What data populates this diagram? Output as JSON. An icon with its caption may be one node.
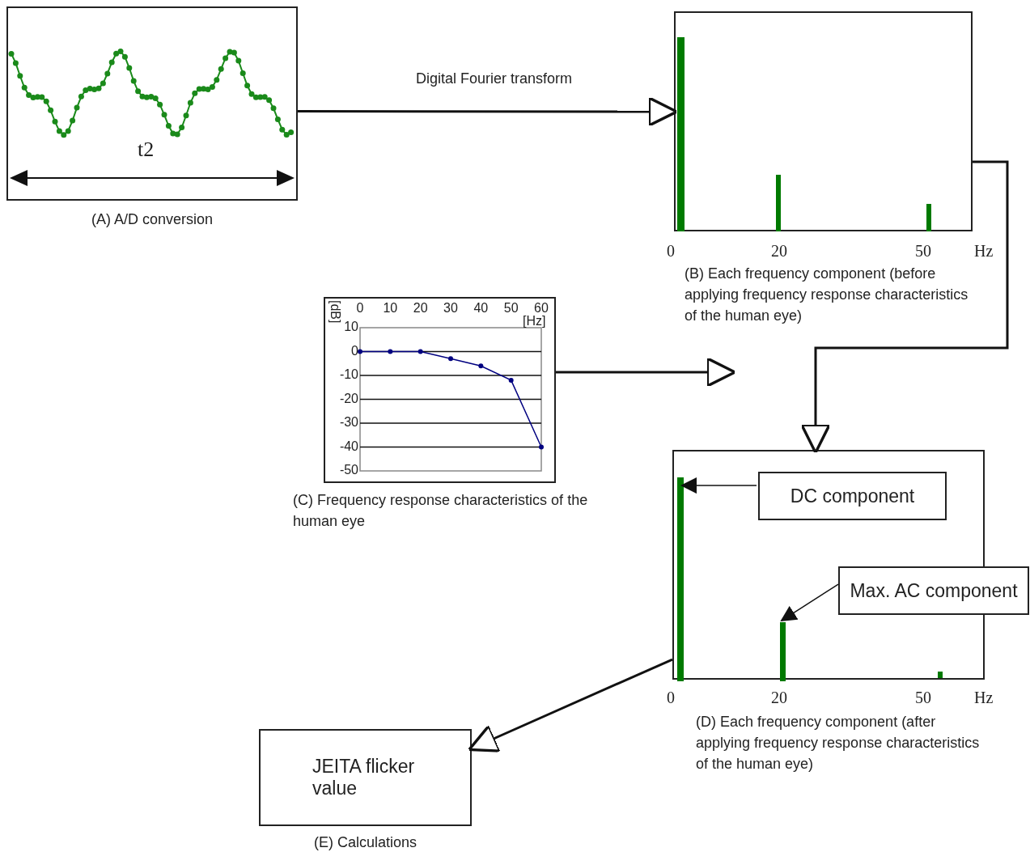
{
  "diagram": {
    "nodes": [
      {
        "text": [],
        "shape": "picture",
        "beside": [
          "(A) A/D conversion"
        ]
      },
      {
        "text": [],
        "shape": "picture",
        "beside": [
          "(B) Each frequency component (before applying frequency response characteristics of the human eye)"
        ]
      },
      {
        "text": [],
        "shape": "picture",
        "beside": [
          "(C) Frequency response characteristics of the human eye"
        ]
      },
      {
        "text": [],
        "shape": "picture",
        "beside": [
          "(D) Each frequency component (after applying frequency response characteristics of the human eye)"
        ]
      },
      {
        "text": [
          "DC component"
        ],
        "in": 3
      },
      {
        "text": [
          "Max. AC component"
        ]
      },
      {
        "text": [],
        "shape": "bar",
        "in": 3
      },
      {
        "text": [],
        "shape": "bar",
        "in": 3
      },
      {
        "text": [
          "JEITA flicker value"
        ],
        "beside": [
          "(E) Calculations"
        ]
      }
    ],
    "edges": [
      {
        "from": 0,
        "to": 1,
        "arrow": "to",
        "label": "Digital Fourier transform"
      },
      {
        "from": 2,
        "to": null,
        "arrow": "to"
      },
      {
        "from": 1,
        "to": 3,
        "arrow": "to"
      },
      {
        "from": 3,
        "to": 8,
        "arrow": "to"
      },
      {
        "from": 4,
        "to": 6,
        "arrow": "to"
      },
      {
        "from": 5,
        "to": 7,
        "arrow": "to"
      }
    ],
    "labels": [
      "t2",
      "0",
      "20",
      "50",
      "Hz",
      "0",
      "20",
      "50",
      "Hz"
    ],
    "chart_data": {
      "type": "line",
      "grid": true,
      "xlabel": "[Hz]",
      "ylabel": "[dB]",
      "x": [
        0,
        10,
        20,
        30,
        40,
        50,
        60
      ],
      "series": [
        {
          "color": "#000080",
          "marker": "circle",
          "values": [
            0,
            0,
            0,
            -3,
            -6,
            -12,
            -40
          ]
        }
      ],
      "xlim": [
        0,
        60
      ],
      "ylim": [
        -50,
        10
      ],
      "xticks": [
        0,
        10,
        20,
        30,
        40,
        50,
        60
      ],
      "yticks": [
        10,
        0,
        -10,
        -20,
        -30,
        -40,
        -50
      ]
    }
  }
}
